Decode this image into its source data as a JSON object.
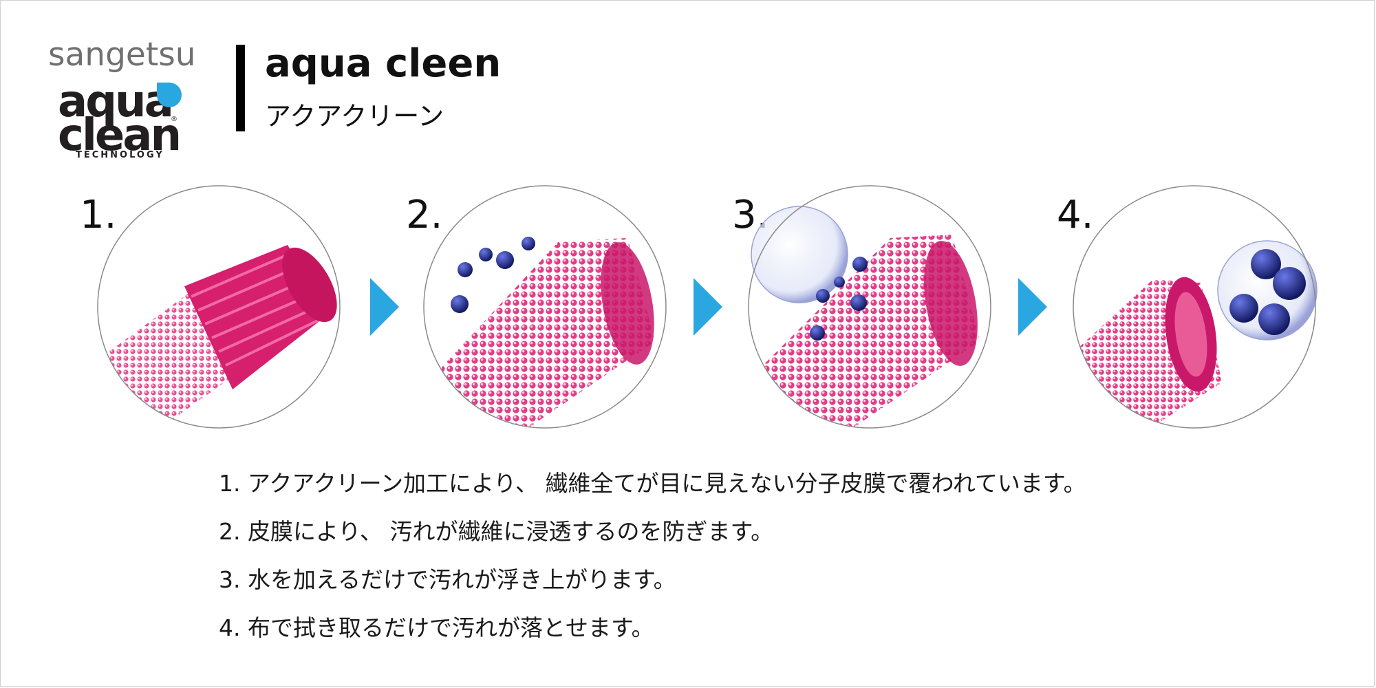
{
  "logo": {
    "brand": "sangetsu",
    "word1": "aqua",
    "word2": "clean",
    "reg": "®",
    "tag": "TECHNOLOGY"
  },
  "header": {
    "title": "aqua cleen",
    "subtitle": "アクアクリーン"
  },
  "steps": [
    {
      "number": "1."
    },
    {
      "number": "2."
    },
    {
      "number": "3."
    },
    {
      "number": "4."
    }
  ],
  "descriptions": [
    "1. アクアクリーン加工により、 繊維全てが目に見えない分子皮膜で覆われています。",
    "2. 皮膜により、 汚れが繊維に浸透するのを防ぎます。",
    "3. 水を加えるだけで汚れが浮き上がります。",
    "4. 布で拭き取るだけで汚れが落とせます。"
  ],
  "colors": {
    "accent_blue": "#2aa6e0",
    "fiber_pink": "#e0307a",
    "dirt_navy": "#1e2478",
    "circle_stroke": "#8a8a8a"
  }
}
